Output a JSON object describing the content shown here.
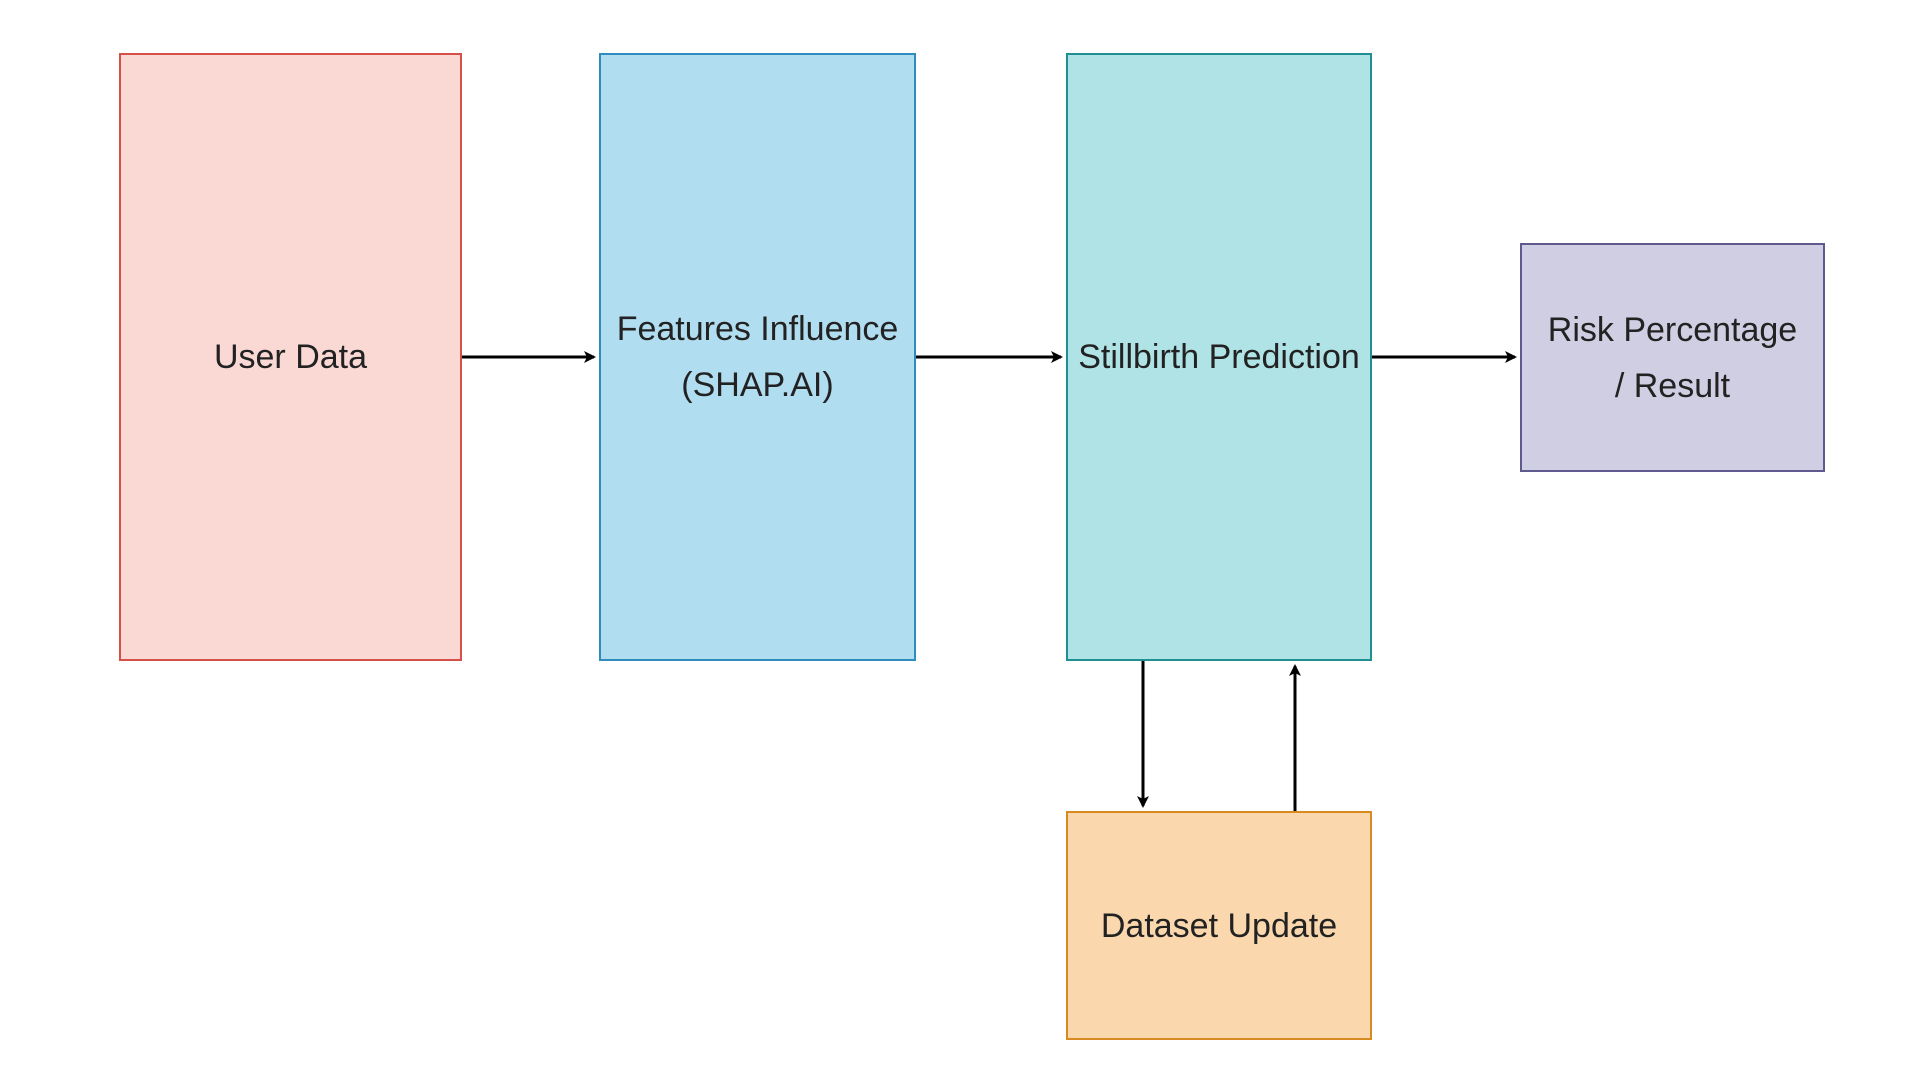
{
  "nodes": {
    "user_data": {
      "lines": [
        "User Data"
      ],
      "fill": "#fad9d5",
      "stroke": "#d6504a"
    },
    "features_influence": {
      "lines": [
        "Features Influence",
        "(SHAP.AI)"
      ],
      "fill": "#b1ddf0",
      "stroke": "#2f8cbf"
    },
    "stillbirth_prediction": {
      "lines": [
        "Stillbirth Prediction"
      ],
      "fill": "#b0e3e6",
      "stroke": "#1f8f94"
    },
    "risk_result": {
      "lines": [
        "Risk Percentage",
        "/ Result"
      ],
      "fill": "#d0cee2",
      "stroke": "#5f5a8e"
    },
    "dataset_update": {
      "lines": [
        "Dataset Update"
      ],
      "fill": "#fad7ac",
      "stroke": "#d68a20"
    }
  },
  "edges": [
    {
      "from": "user_data",
      "to": "features_influence"
    },
    {
      "from": "features_influence",
      "to": "stillbirth_prediction"
    },
    {
      "from": "stillbirth_prediction",
      "to": "risk_result"
    },
    {
      "from": "stillbirth_prediction",
      "to": "dataset_update"
    },
    {
      "from": "dataset_update",
      "to": "stillbirth_prediction"
    }
  ],
  "colors": {
    "background": "#ffffff",
    "edge": "#000000",
    "text": "#222222"
  }
}
